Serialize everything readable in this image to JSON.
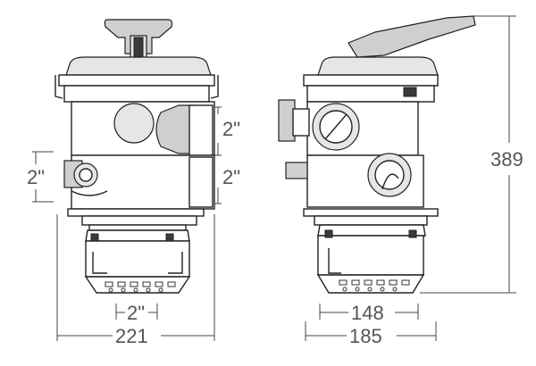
{
  "dimensions": {
    "front_width": "221",
    "side_width": "185",
    "side_basket_width": "148",
    "height": "389",
    "front_bottom_port": "2\"",
    "front_left_port": "2\"",
    "front_right_port_upper": "2\"",
    "front_right_port_lower": "2\""
  },
  "colors": {
    "line": "#222222",
    "dimension_text": "#555555",
    "background": "#ffffff"
  }
}
